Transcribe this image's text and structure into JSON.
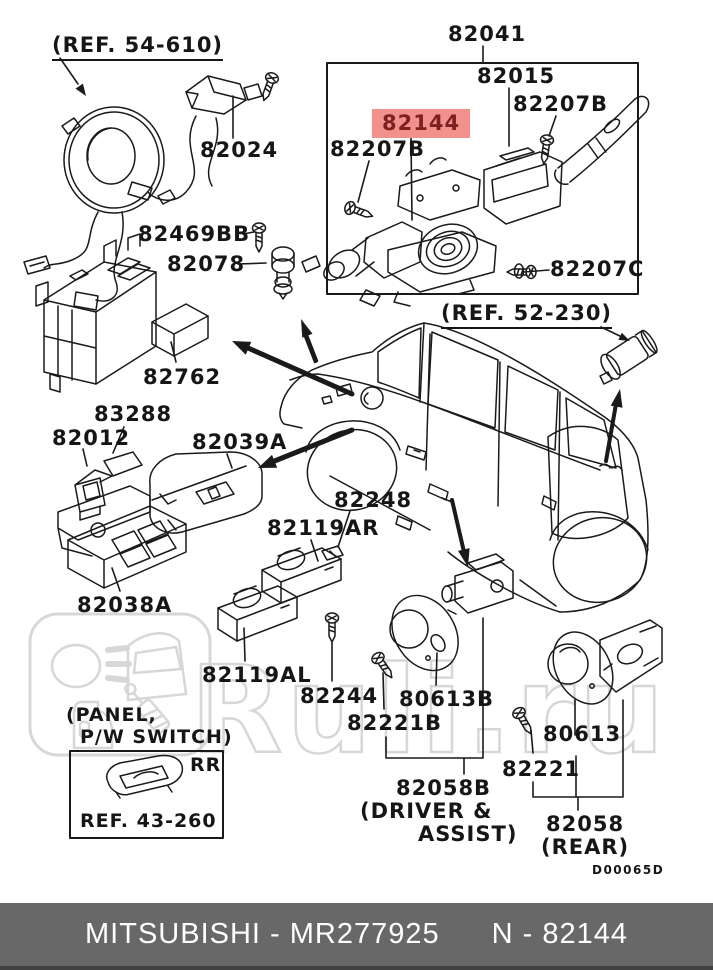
{
  "document": {
    "type": "parts-catalog-diagram",
    "highlighted_part": "82144"
  },
  "labels": {
    "ref_54_610": "(REF. 54-610)",
    "p82024": "82024",
    "p82469bb": "82469BB",
    "p82078": "82078",
    "p82762": "82762",
    "p83288": "83288",
    "p82012": "82012",
    "p82039a": "82039A",
    "p82038a": "82038A",
    "panel_line1": "(PANEL,",
    "panel_line2": "P/W SWITCH)",
    "rr": "RR",
    "ref_43_260": "REF. 43-260",
    "p82119ar": "82119AR",
    "p82248": "82248",
    "p82119al": "82119AL",
    "p82244": "82244",
    "p82221b": "82221B",
    "p80613b": "80613B",
    "p82058b": "82058B",
    "p82058b_sub1": "(DRIVER &",
    "p82058b_sub2": "ASSIST)",
    "p82221": "82221",
    "p80613": "80613",
    "p82058": "82058",
    "p82058_sub": "(REAR)",
    "p82041": "82041",
    "p82015": "82015",
    "p82207b_right": "82207B",
    "p82144": "82144",
    "p82207b_left": "82207B",
    "p82207c": "82207C",
    "ref_52_230": "(REF. 52-230)",
    "diagram_code": "D00065D"
  },
  "watermark": {
    "text": "Ruli.ru"
  },
  "footer": {
    "left": "MITSUBISHI - MR277925",
    "right": "N - 82144"
  },
  "colors": {
    "line": "#1a1a1a",
    "highlight_bg": "#f2908c",
    "highlight_text": "#7c2020",
    "footer_bg": "#686868",
    "footer_text": "#ffffff",
    "watermark": "#d7d7d7"
  }
}
